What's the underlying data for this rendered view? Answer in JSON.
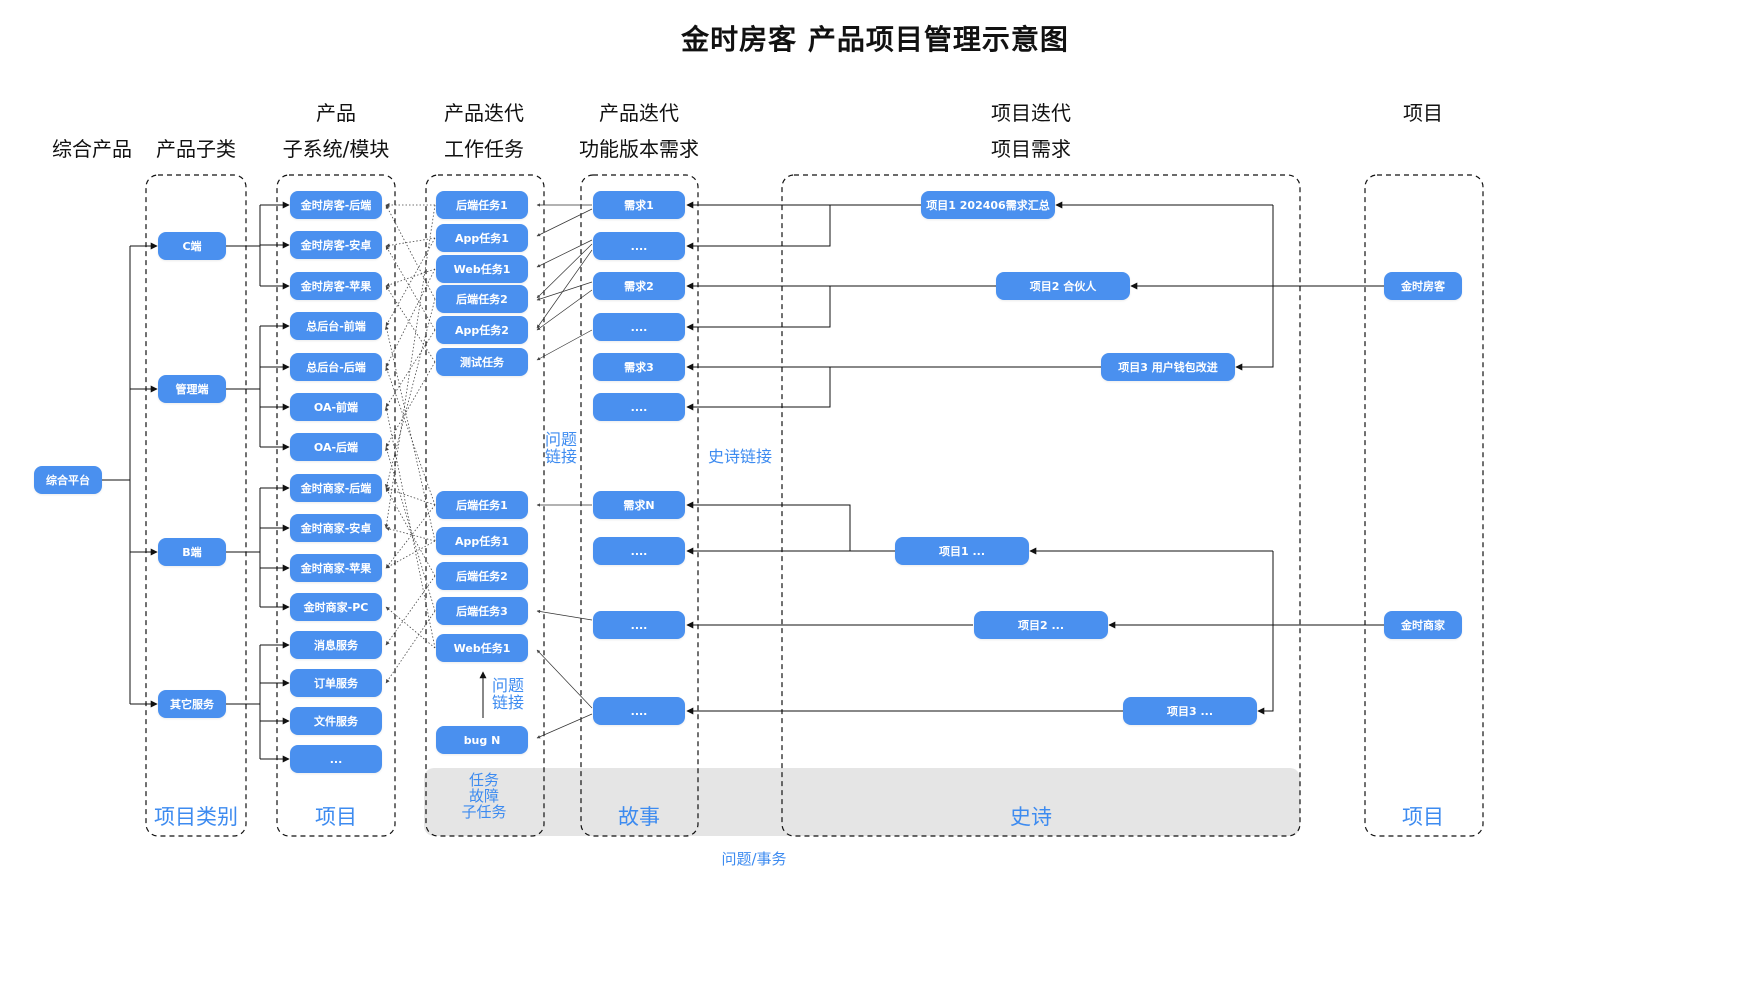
{
  "title": "金时房客 产品项目管理示意图",
  "headers": {
    "col1": "综合产品",
    "col2": "产品子类",
    "col3_top": "产品",
    "col3_bottom": "子系统/模块",
    "col4_top": "产品迭代",
    "col4_bottom": "工作任务",
    "col5_top": "产品迭代",
    "col5_bottom": "功能版本需求",
    "col6_top": "项目迭代",
    "col6_bottom": "项目需求",
    "col7": "项目"
  },
  "root": {
    "label": "综合平台"
  },
  "categories": [
    {
      "label": "C端"
    },
    {
      "label": "管理端"
    },
    {
      "label": "B端"
    },
    {
      "label": "其它服务"
    }
  ],
  "modules": [
    {
      "label": "金时房客-后端"
    },
    {
      "label": "金时房客-安卓"
    },
    {
      "label": "金时房客-苹果"
    },
    {
      "label": "总后台-前端"
    },
    {
      "label": "总后台-后端"
    },
    {
      "label": "OA-前端"
    },
    {
      "label": "OA-后端"
    },
    {
      "label": "金时商家-后端"
    },
    {
      "label": "金时商家-安卓"
    },
    {
      "label": "金时商家-苹果"
    },
    {
      "label": "金时商家-PC"
    },
    {
      "label": "消息服务"
    },
    {
      "label": "订单服务"
    },
    {
      "label": "文件服务"
    },
    {
      "label": "..."
    }
  ],
  "tasks": [
    {
      "label": "后端任务1"
    },
    {
      "label": "App任务1"
    },
    {
      "label": "Web任务1"
    },
    {
      "label": "后端任务2"
    },
    {
      "label": "App任务2"
    },
    {
      "label": "测试任务"
    },
    {
      "label": "后端任务1"
    },
    {
      "label": "App任务1"
    },
    {
      "label": "后端任务2"
    },
    {
      "label": "后端任务3"
    },
    {
      "label": "Web任务1"
    },
    {
      "label": "bug N"
    }
  ],
  "stories": [
    {
      "label": "需求1"
    },
    {
      "label": "...."
    },
    {
      "label": "需求2"
    },
    {
      "label": "...."
    },
    {
      "label": "需求3"
    },
    {
      "label": "...."
    },
    {
      "label": "需求N"
    },
    {
      "label": "...."
    },
    {
      "label": "...."
    },
    {
      "label": "...."
    }
  ],
  "epics": [
    {
      "label": "项目1 202406需求汇总"
    },
    {
      "label": "项目2 合伙人"
    },
    {
      "label": "项目3 用户钱包改进"
    },
    {
      "label": "项目1 ..."
    },
    {
      "label": "项目2 ..."
    },
    {
      "label": "项目3 ..."
    }
  ],
  "projects": [
    {
      "label": "金时房客"
    },
    {
      "label": "金时商家"
    }
  ],
  "annotations": {
    "issue_link_1": "问题\n链接",
    "issue_link_2": "问题\n链接",
    "epic_link": "史诗链接"
  },
  "bottom_labels": {
    "category": "项目类别",
    "project_col": "项目",
    "task": "任务\n故障\n子任务",
    "story": "故事",
    "epic": "史诗",
    "project": "项目",
    "issue": "问题/事务"
  },
  "colors": {
    "node": "#4a90ef",
    "accent_text": "#3d8bf0",
    "band": "#e5e5e5",
    "line": "#111111"
  }
}
